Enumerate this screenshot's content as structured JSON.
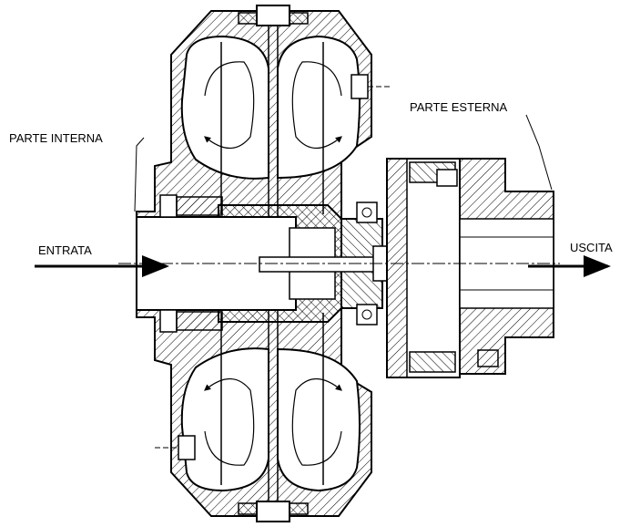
{
  "labels": {
    "inner_part": "PARTE INTERNA",
    "outer_part": "PARTE ESTERNA",
    "input": "ENTRATA",
    "output": "USCITA"
  },
  "colors": {
    "ink": "#000000",
    "paper": "#ffffff"
  }
}
